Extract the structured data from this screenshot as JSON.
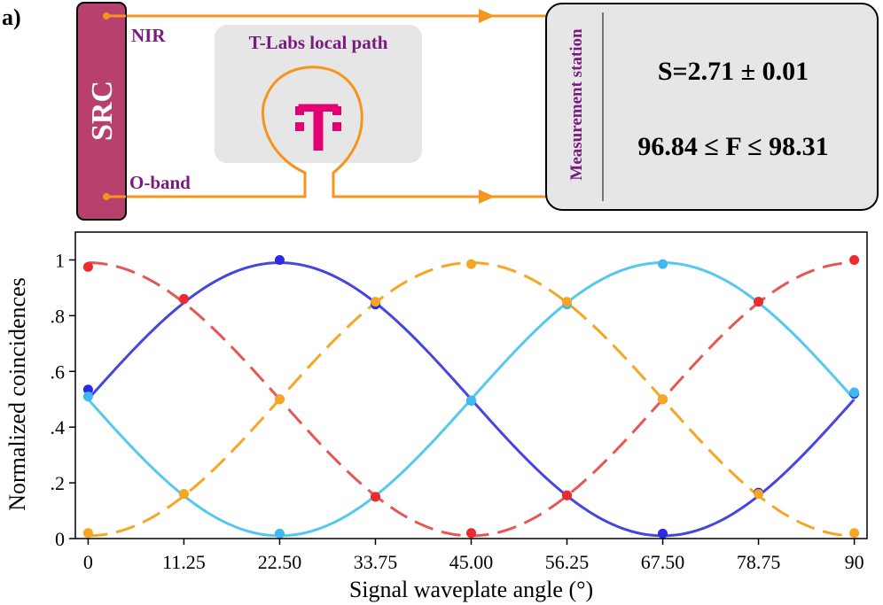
{
  "panel_label": "a)",
  "schematic": {
    "source_label": "SRC",
    "nir_label": "NIR",
    "oband_label": "O-band",
    "local_path_label": "T-Labs local path",
    "logo_letter": "T",
    "station_label": "Measurement station",
    "s_value": "S=2.71 ± 0.01",
    "f_value": "96.84 ≤ F ≤ 98.31",
    "colors": {
      "src_fill": "#b8406e",
      "fiber": "#f7941d",
      "purple_text": "#7a1a7e",
      "logo": "#e20074",
      "box_fill": "#e6e6e6"
    }
  },
  "chart_data": {
    "type": "line",
    "xlabel": "Signal waveplate angle  (°)",
    "ylabel": "Normalized coincidences",
    "xlim": [
      -1.5,
      91.5
    ],
    "ylim": [
      0,
      1.1
    ],
    "xticks": [
      0,
      11.25,
      22.5,
      33.75,
      45,
      56.25,
      67.5,
      78.75,
      90
    ],
    "xtick_labels": [
      "0",
      "11.25",
      "22.50",
      "33.75",
      "45.00",
      "56.25",
      "67.50",
      "78.75",
      "90"
    ],
    "yticks": [
      0,
      0.2,
      0.4,
      0.6,
      0.8,
      1.0
    ],
    "ytick_labels": [
      "0",
      ".2",
      ".4",
      ".6",
      ".8",
      "1"
    ],
    "series": [
      {
        "color": "#4545e0",
        "point_color": "#2a2ae6",
        "dash": "solid",
        "fit": {
          "phase": 22.5
        },
        "x": [
          0,
          11.25,
          22.5,
          33.75,
          45,
          56.25,
          67.5,
          78.75,
          90
        ],
        "y": [
          0.535,
          0.86,
          1.0,
          0.84,
          0.495,
          0.155,
          0.018,
          0.165,
          0.52
        ]
      },
      {
        "color": "#55c8f0",
        "point_color": "#40b8f0",
        "dash": "solid",
        "fit": {
          "phase": 67.5
        },
        "x": [
          0,
          11.25,
          22.5,
          33.75,
          45,
          56.25,
          67.5,
          78.75,
          90
        ],
        "y": [
          0.51,
          0.16,
          0.018,
          0.15,
          0.495,
          0.84,
          0.985,
          0.85,
          0.525
        ]
      },
      {
        "color": "#e85555",
        "point_color": "#ee2a2a",
        "dash": "dashed",
        "fit": {
          "phase": 0
        },
        "x": [
          0,
          11.25,
          22.5,
          33.75,
          45,
          56.25,
          67.5,
          78.75,
          90
        ],
        "y": [
          0.975,
          0.86,
          0.5,
          0.15,
          0.02,
          0.155,
          0.5,
          0.85,
          1.0
        ]
      },
      {
        "color": "#f5a623",
        "point_color": "#f5a623",
        "dash": "dashed",
        "fit": {
          "phase": 45
        },
        "x": [
          0,
          11.25,
          22.5,
          33.75,
          45,
          56.25,
          67.5,
          78.75,
          90
        ],
        "y": [
          0.02,
          0.16,
          0.5,
          0.85,
          0.985,
          0.85,
          0.5,
          0.16,
          0.02
        ]
      }
    ]
  }
}
